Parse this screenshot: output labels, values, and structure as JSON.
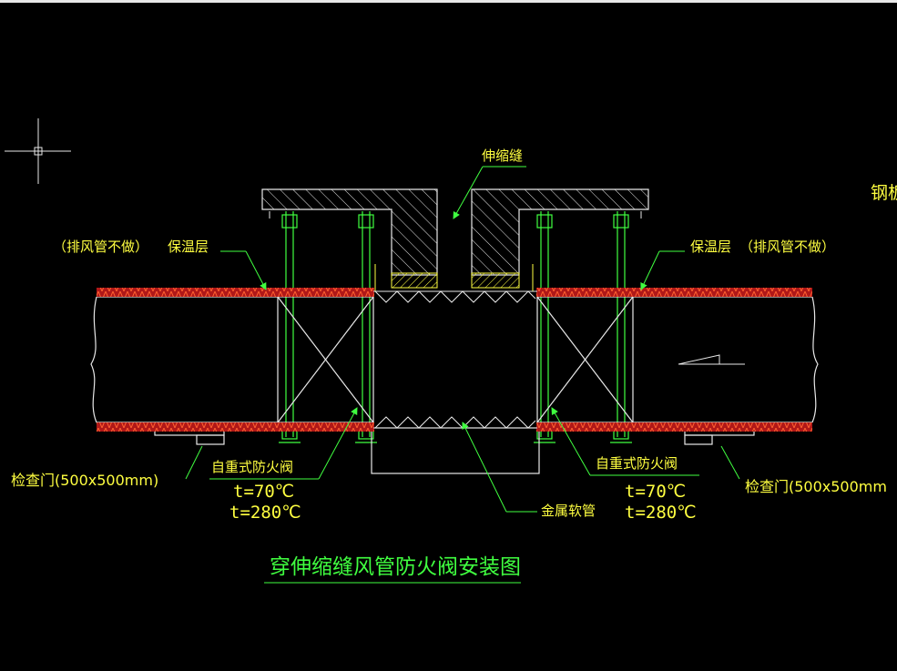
{
  "colors": {
    "background": "#000000",
    "duct": "#e8e8e8",
    "insulation_red": "#cc2020",
    "insulation_hatch": "#ffff40",
    "structure": "#e8e8e8",
    "leader": "#40ff40",
    "label": "#ffff40",
    "title": "#40ff40"
  },
  "labels": {
    "expansion_joint": "伸缩缝",
    "exhaust_left": "（排风管不做）",
    "exhaust_right": "（排风管不做）",
    "insulation_left": "保温层",
    "insulation_right": "保温层",
    "steel_plate": "钢板",
    "inspection_left": "检查门(500x500mm)",
    "inspection_right": "检查门(500x500mm",
    "damper_left": "自重式防火阀",
    "damper_right": "自重式防火阀",
    "temp_left_1": "t=70℃",
    "temp_left_2": "t=280℃",
    "temp_right_1": "t=70℃",
    "temp_right_2": "t=280℃",
    "flex_hose": "金属软管"
  },
  "title": "穿伸缩缝风管防火阀安装图",
  "icons": {
    "cursor": "crosshair-cursor-icon",
    "flow": "flow-direction-arrow-icon"
  }
}
